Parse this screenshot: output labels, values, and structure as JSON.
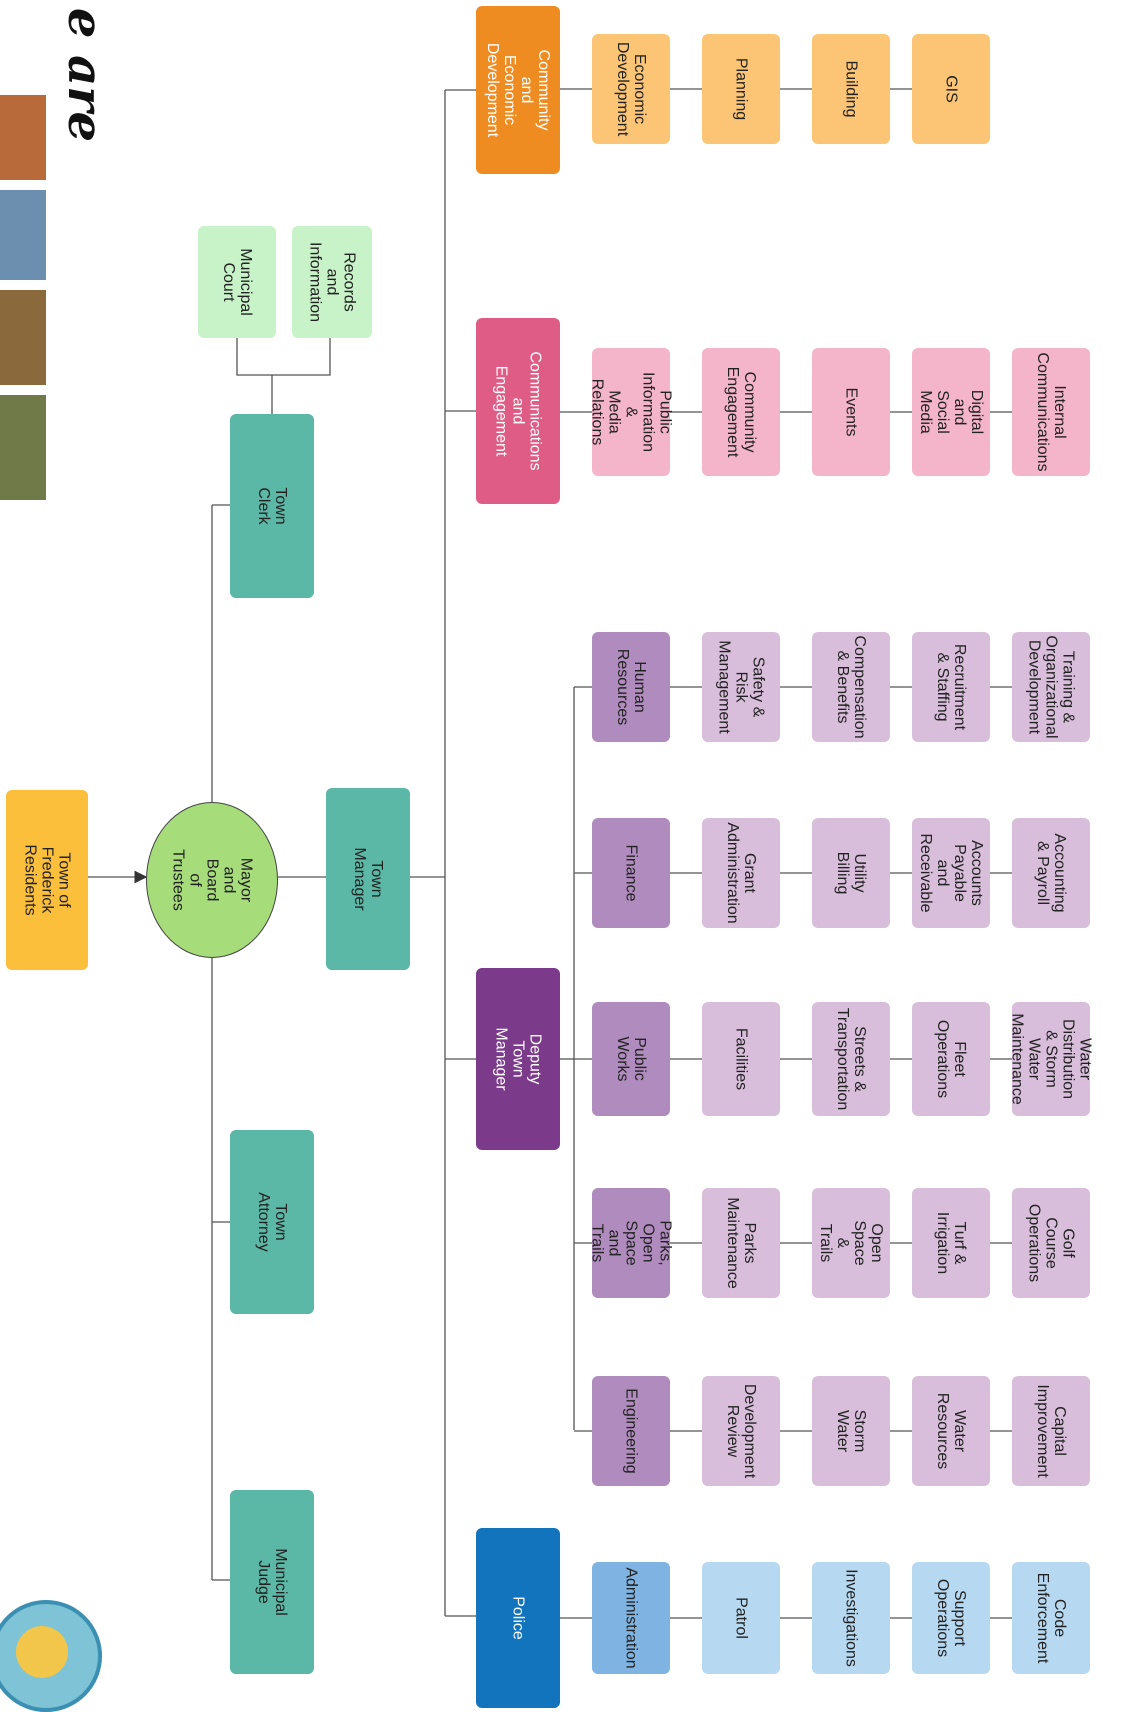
{
  "header": {
    "script_text": "e are"
  },
  "nodes": {
    "residents": "Town of Frederick\nResidents",
    "mayor": "Mayor and Board\nof Trustees",
    "town_manager": "Town Manager",
    "town_clerk": "Town Clerk",
    "town_attorney": "Town Attorney",
    "municipal_judge": "Municipal Judge",
    "municipal_court": "Municipal\nCourt",
    "records": "Records and\nInformation",
    "deputy_town_manager": "Deputy Town\nManager"
  },
  "departments": {
    "community": {
      "head": "Community and\nEconomic\nDevelopment",
      "items": [
        "Economic\nDevelopment",
        "Planning",
        "Building",
        "GIS"
      ]
    },
    "communications": {
      "head": "Communications and\nEngagement",
      "items": [
        "Public\nInformation &\nMedia\nRelations",
        "Community\nEngagement",
        "Events",
        "Digital and\nSocial Media",
        "Internal\nCommunications"
      ]
    },
    "human_resources": {
      "head": "Human\nResources",
      "items": [
        "Safety &\nRisk\nManagement",
        "Compensation\n& Benefits",
        "Recruitment\n& Staffing",
        "Training &\nOrganizational\nDevelopment"
      ]
    },
    "finance": {
      "head": "Finance",
      "items": [
        "Grant\nAdministration",
        "Utility Billing",
        "Accounts\nPayable and\nReceivable",
        "Accounting\n& Payroll"
      ]
    },
    "public_works": {
      "head": "Public\nWorks",
      "items": [
        "Facilities",
        "Streets &\nTransportation",
        "Fleet\nOperations",
        "Water\nDistribution\n& Storm\nWater\nMaintenance"
      ]
    },
    "parks": {
      "head": "Parks, Open\nSpace and\nTrails",
      "items": [
        "Parks\nMaintenance",
        "Open Space\n& Trails",
        "Turf &\nIrrigation",
        "Golf Course\nOperations"
      ]
    },
    "engineering": {
      "head": "Engineering",
      "items": [
        "Development\nReview",
        "Storm Water",
        "Water\nResources",
        "Capital\nImprovement"
      ]
    },
    "police": {
      "head": "Police",
      "items": [
        "Administration",
        "Patrol",
        "Investigations",
        "Support\nOperations",
        "Code\nEnforcement"
      ]
    }
  },
  "colors": {
    "residents": "#FBBF3C",
    "mayor": "#A6DC7A",
    "teal": "#5BB8A6",
    "light_green": "#C8F2C8",
    "orange_head": "#EE8C22",
    "orange_item": "#FCC575",
    "pink_head": "#DE5C85",
    "pink_item": "#F4B5CA",
    "purple_head": "#7B3A8A",
    "purple_sub": "#B08BBE",
    "purple_item": "#D8BEDB",
    "blue_head": "#1274BC",
    "blue_sub": "#7FB4E2",
    "blue_item": "#B7D8F1",
    "line": "#555555"
  }
}
